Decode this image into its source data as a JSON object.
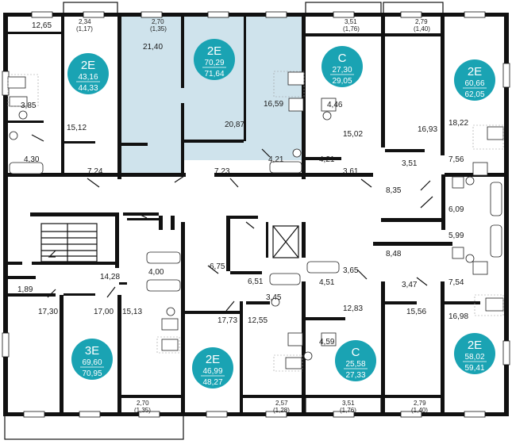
{
  "colors": {
    "badge": "#1aa3b3",
    "highlight": "#cfe3ec",
    "wall": "#111111"
  },
  "apartments": [
    {
      "type": "2E",
      "area_living": "43,16",
      "area_total": "44,33"
    },
    {
      "type": "2E",
      "area_living": "70,29",
      "area_total": "71,64"
    },
    {
      "type": "С",
      "area_living": "27,30",
      "area_total": "29,05"
    },
    {
      "type": "2E",
      "area_living": "60,66",
      "area_total": "62,05"
    },
    {
      "type": "3E",
      "area_living": "69,60",
      "area_total": "70,95"
    },
    {
      "type": "2E",
      "area_living": "46,99",
      "area_total": "48,27"
    },
    {
      "type": "С",
      "area_living": "25,58",
      "area_total": "27,33"
    },
    {
      "type": "2E",
      "area_living": "58,02",
      "area_total": "59,41"
    }
  ],
  "room_areas": [
    "12,65",
    "21,40",
    "3,85",
    "15,12",
    "4,30",
    "7,24",
    "16,59",
    "4,46",
    "20,87",
    "15,02",
    "4,21",
    "4,21",
    "7,23",
    "3,61",
    "16,93",
    "18,22",
    "3,51",
    "7,56",
    "8,35",
    "6,09",
    "5,99",
    "8,48",
    "14,28",
    "4,00",
    "6,75",
    "6,51",
    "4,51",
    "3,65",
    "3,47",
    "7,54",
    "1,89",
    "17,30",
    "17,00",
    "15,13",
    "3,45",
    "17,73",
    "12,55",
    "12,83",
    "15,56",
    "16,98",
    "4,59"
  ],
  "balconies": [
    {
      "area": "2,34",
      "reduced": "(1,17)"
    },
    {
      "area": "2,70",
      "reduced": "(1,35)"
    },
    {
      "area": "3,51",
      "reduced": "(1,76)"
    },
    {
      "area": "2,79",
      "reduced": "(1,40)"
    },
    {
      "area": "2,70",
      "reduced": "(1,35)"
    },
    {
      "area": "2,57",
      "reduced": "(1,28)"
    },
    {
      "area": "3,51",
      "reduced": "(1,76)"
    },
    {
      "area": "2,79",
      "reduced": "(1,40)"
    }
  ]
}
